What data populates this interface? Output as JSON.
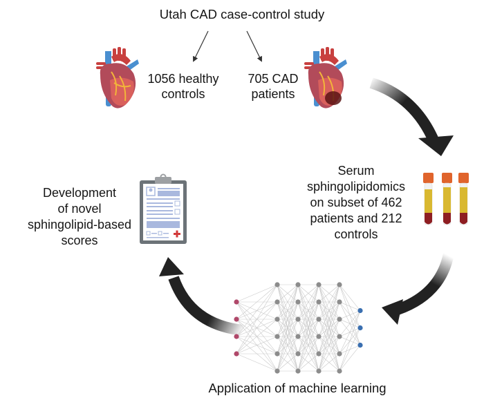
{
  "title": "Utah CAD case-control study",
  "groups": {
    "controls": {
      "count": 1056,
      "label_line1": "1056 healthy",
      "label_line2": "controls"
    },
    "patients": {
      "count": 705,
      "label_line1": "705 CAD",
      "label_line2": "patients"
    }
  },
  "steps": {
    "serum": {
      "lines": [
        "Serum",
        "sphingolipidomics",
        "on subset of 462",
        "patients and 212",
        "controls"
      ],
      "subset_patients": 462,
      "subset_controls": 212
    },
    "machine_learning": {
      "label": "Application of machine learning"
    },
    "development": {
      "lines": [
        "Development",
        "of novel",
        "sphingolipid-based",
        "scores"
      ]
    }
  },
  "icons": {
    "healthy_heart": "healthy-heart-icon",
    "diseased_heart": "diseased-heart-icon",
    "blood_tubes": "blood-tube-icon",
    "neural_network": "neural-network-icon",
    "clipboard": "clipboard-report-icon"
  },
  "neural_network": {
    "layers": [
      {
        "role": "input",
        "nodes": 4
      },
      {
        "role": "hidden",
        "nodes": 6
      },
      {
        "role": "hidden",
        "nodes": 6
      },
      {
        "role": "hidden",
        "nodes": 6
      },
      {
        "role": "hidden",
        "nodes": 6
      },
      {
        "role": "output",
        "nodes": 3
      }
    ]
  },
  "colors": {
    "input_node": "#b0486a",
    "hidden_node": "#8c8c8c",
    "output_node": "#3a6fb0",
    "arrow": "#222222",
    "heart_red": "#c8403f",
    "heart_blue": "#4a8fd0",
    "tube_cap": "#e0642c",
    "serum": "#d9b830",
    "blood": "#8e1e22",
    "clipboard_frame": "#6c7378",
    "form_blue": "#a9b8de",
    "cross_red": "#d23a3a"
  }
}
